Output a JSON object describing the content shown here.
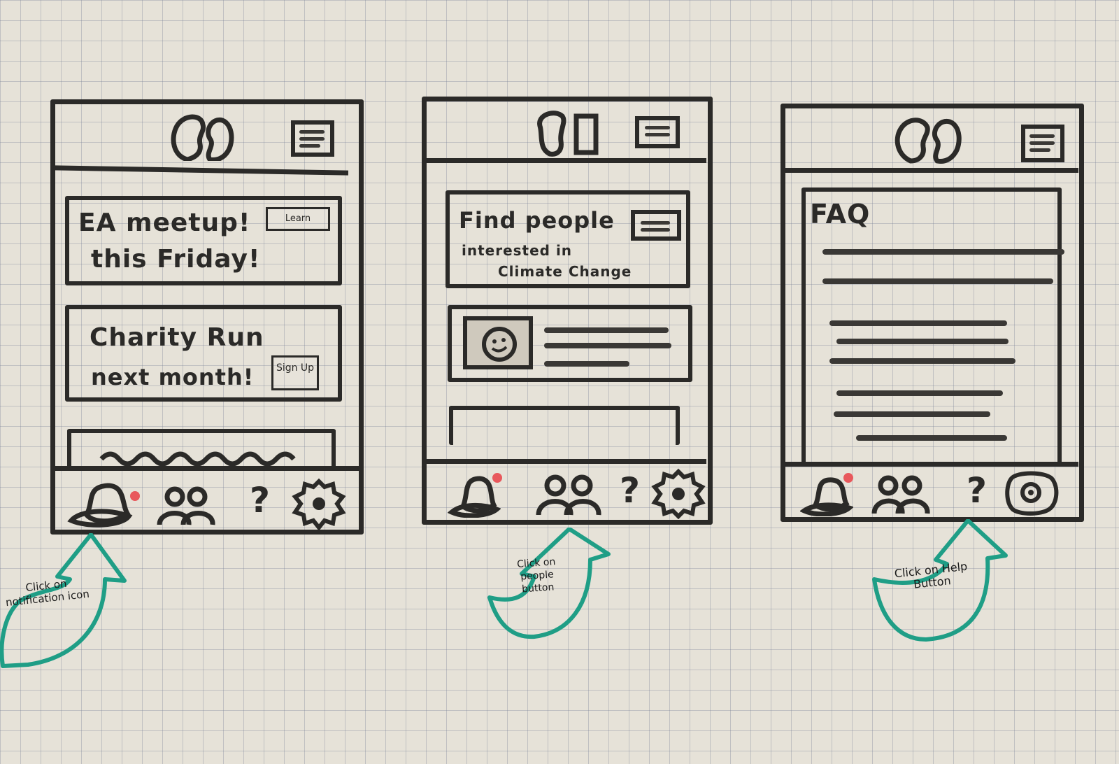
{
  "screen1": {
    "card1_line1": "EA meetup!",
    "card1_line2": "this Friday!",
    "card1_button": "Learn",
    "card2_line1": "Charity Run",
    "card2_line2": "next month!",
    "card2_button": "Sign Up"
  },
  "screen2": {
    "card1_line1": "Find people",
    "card1_line2": "interested in",
    "card1_line3": "Climate Change"
  },
  "screen3": {
    "title": "FAQ"
  },
  "tabbar": {
    "help_glyph": "?"
  },
  "annotations": {
    "note1": "Click on notification icon",
    "note2": "Click on people button",
    "note3": "Click on Help Button"
  },
  "colors": {
    "ink": "#2b2a28",
    "arrow": "#1f9e86",
    "badge": "#e8585c"
  }
}
